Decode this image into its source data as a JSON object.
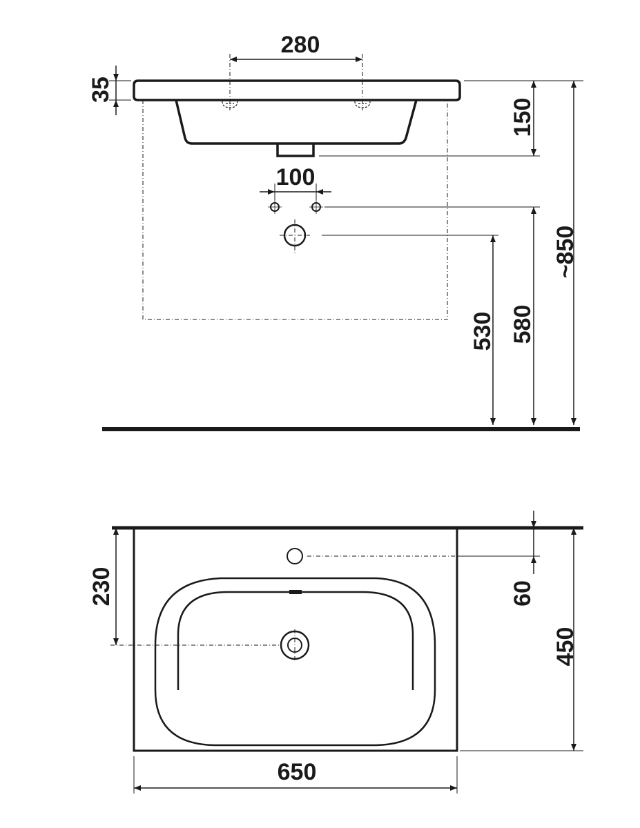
{
  "colors": {
    "ink": "#1a1a1a",
    "paper": "#ffffff"
  },
  "front_view": {
    "dimensions": {
      "tap_spacing": "280",
      "rim_thickness": "35",
      "bowl_depth": "150",
      "waste_hole_spacing": "100",
      "waste_center_height": "530",
      "supply_height": "580",
      "rim_height": "~850"
    }
  },
  "top_view": {
    "dimensions": {
      "tap_hole_offset": "60",
      "waste_offset": "230",
      "depth": "450",
      "width": "650"
    }
  }
}
